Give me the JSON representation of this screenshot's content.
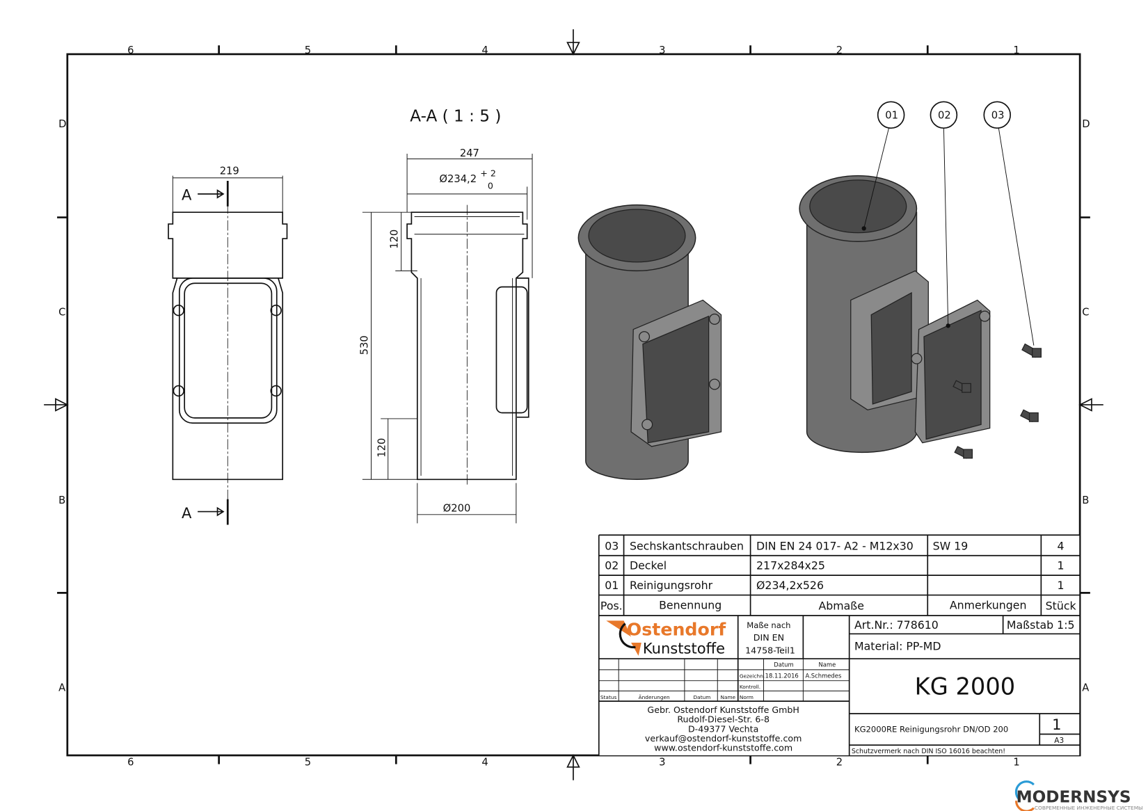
{
  "frame": {
    "columns": [
      "6",
      "5",
      "4",
      "3",
      "2",
      "1"
    ],
    "rows": [
      "D",
      "C",
      "B",
      "A"
    ]
  },
  "views": {
    "section_title": "A-A ( 1 : 5 )",
    "section_marker": "A",
    "dimensions": {
      "width_219": "219",
      "width_247": "247",
      "diameter_socket": "Ø234,2",
      "tol_upper": "+ 2",
      "tol_lower": "0",
      "height_530": "530",
      "socket_120": "120",
      "spigot_120": "120",
      "diameter_200": "Ø200"
    },
    "balloons": [
      "01",
      "02",
      "03"
    ]
  },
  "parts_list": {
    "rows": [
      {
        "pos": "03",
        "name": "Sechskantschrauben",
        "dims": "DIN EN 24 017- A2 - M12x30",
        "remarks": "SW 19",
        "qty": "4"
      },
      {
        "pos": "02",
        "name": "Deckel",
        "dims": "217x284x25",
        "remarks": "",
        "qty": "1"
      },
      {
        "pos": "01",
        "name": "Reinigungsrohr",
        "dims": "Ø234,2x526",
        "remarks": "",
        "qty": "1"
      }
    ],
    "headers": {
      "pos": "Pos.",
      "name": "Benennung",
      "dims": "Abmaße",
      "remarks": "Anmerkungen",
      "qty": "Stück"
    }
  },
  "title_block": {
    "logo_line1": "Ostendorf",
    "logo_line2": "Kunststoffe",
    "standard_l1": "Maße nach",
    "standard_l2": "DIN EN",
    "standard_l3": "14758-Teil1",
    "art_nr": "Art.Nr.: 778610",
    "scale": "Maßstab 1:5",
    "material": "Material: PP-MD",
    "title": "KG 2000",
    "description": "KG2000RE Reinigungsrohr DN/OD 200",
    "sheet": "1",
    "format": "A3",
    "protection_note": "Schutzvermerk nach DIN ISO 16016 beachten!",
    "col_datum": "Datum",
    "col_name": "Name",
    "drawn_label": "Gezeichn.",
    "drawn_date": "18.11.2016",
    "drawn_name": "A.Schmedes",
    "checked_label": "Kontroll.",
    "norm_label": "Norm",
    "rev_status": "Status",
    "rev_changes": "Änderungen",
    "rev_date": "Datum",
    "rev_name": "Name",
    "address": [
      "Gebr. Ostendorf Kunststoffe GmbH",
      "Rudolf-Diesel-Str. 6-8",
      "D-49377 Vechta",
      "verkauf@ostendorf-kunststoffe.com",
      "www.ostendorf-kunststoffe.com"
    ]
  },
  "watermark": {
    "brand": "MODERNSYS",
    "tagline": "СОВРЕМЕННЫЕ ИНЖЕНЕРНЫЕ СИСТЕМЫ"
  },
  "colors": {
    "brand_orange": "#e8782a",
    "line": "#111111",
    "render_grey": "#6f6f6f"
  }
}
